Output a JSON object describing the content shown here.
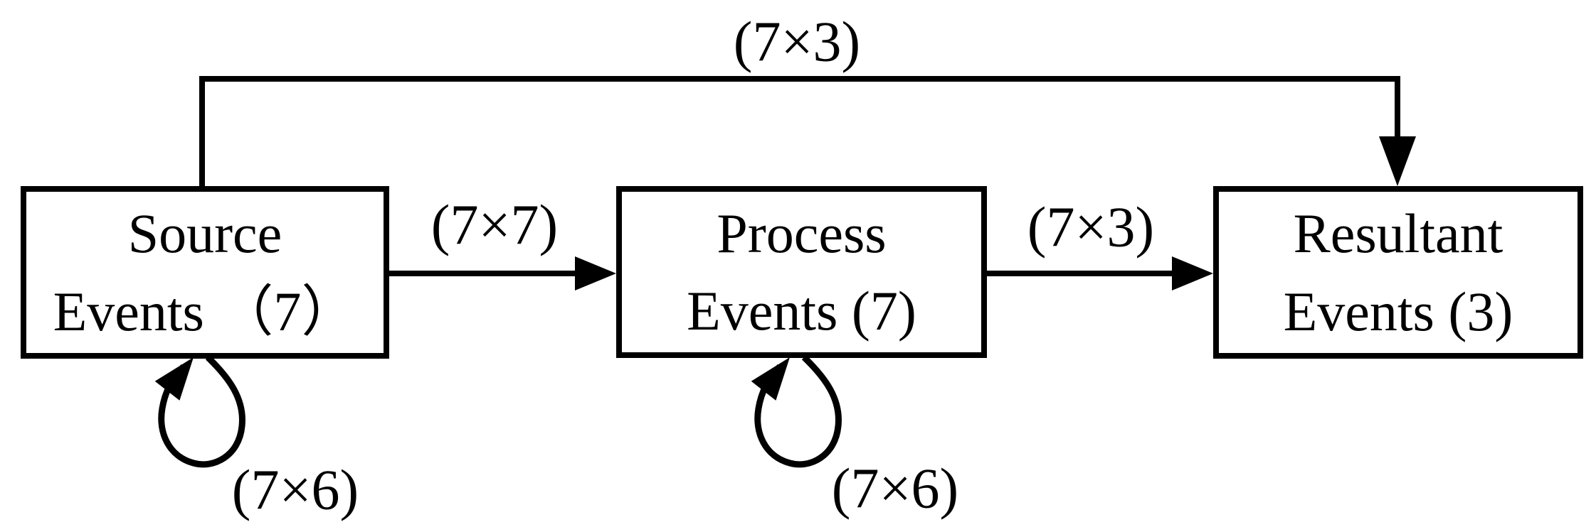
{
  "diagram": {
    "background_color": "#ffffff",
    "line_color": "#000000",
    "nodes": [
      {
        "id": "source",
        "line1": "Source",
        "line2": "Events （7）"
      },
      {
        "id": "process",
        "line1": "Process",
        "line2": "Events (7)"
      },
      {
        "id": "resultant",
        "line1": "Resultant",
        "line2": "Events (3)"
      }
    ],
    "edges": [
      {
        "id": "source-to-resultant-top",
        "label": "(7×3)"
      },
      {
        "id": "source-to-process",
        "label": "(7×7)"
      },
      {
        "id": "process-to-resultant",
        "label": "(7×3)"
      },
      {
        "id": "source-self-loop",
        "label": "(7×6)"
      },
      {
        "id": "process-self-loop",
        "label": "(7×6)"
      }
    ]
  }
}
